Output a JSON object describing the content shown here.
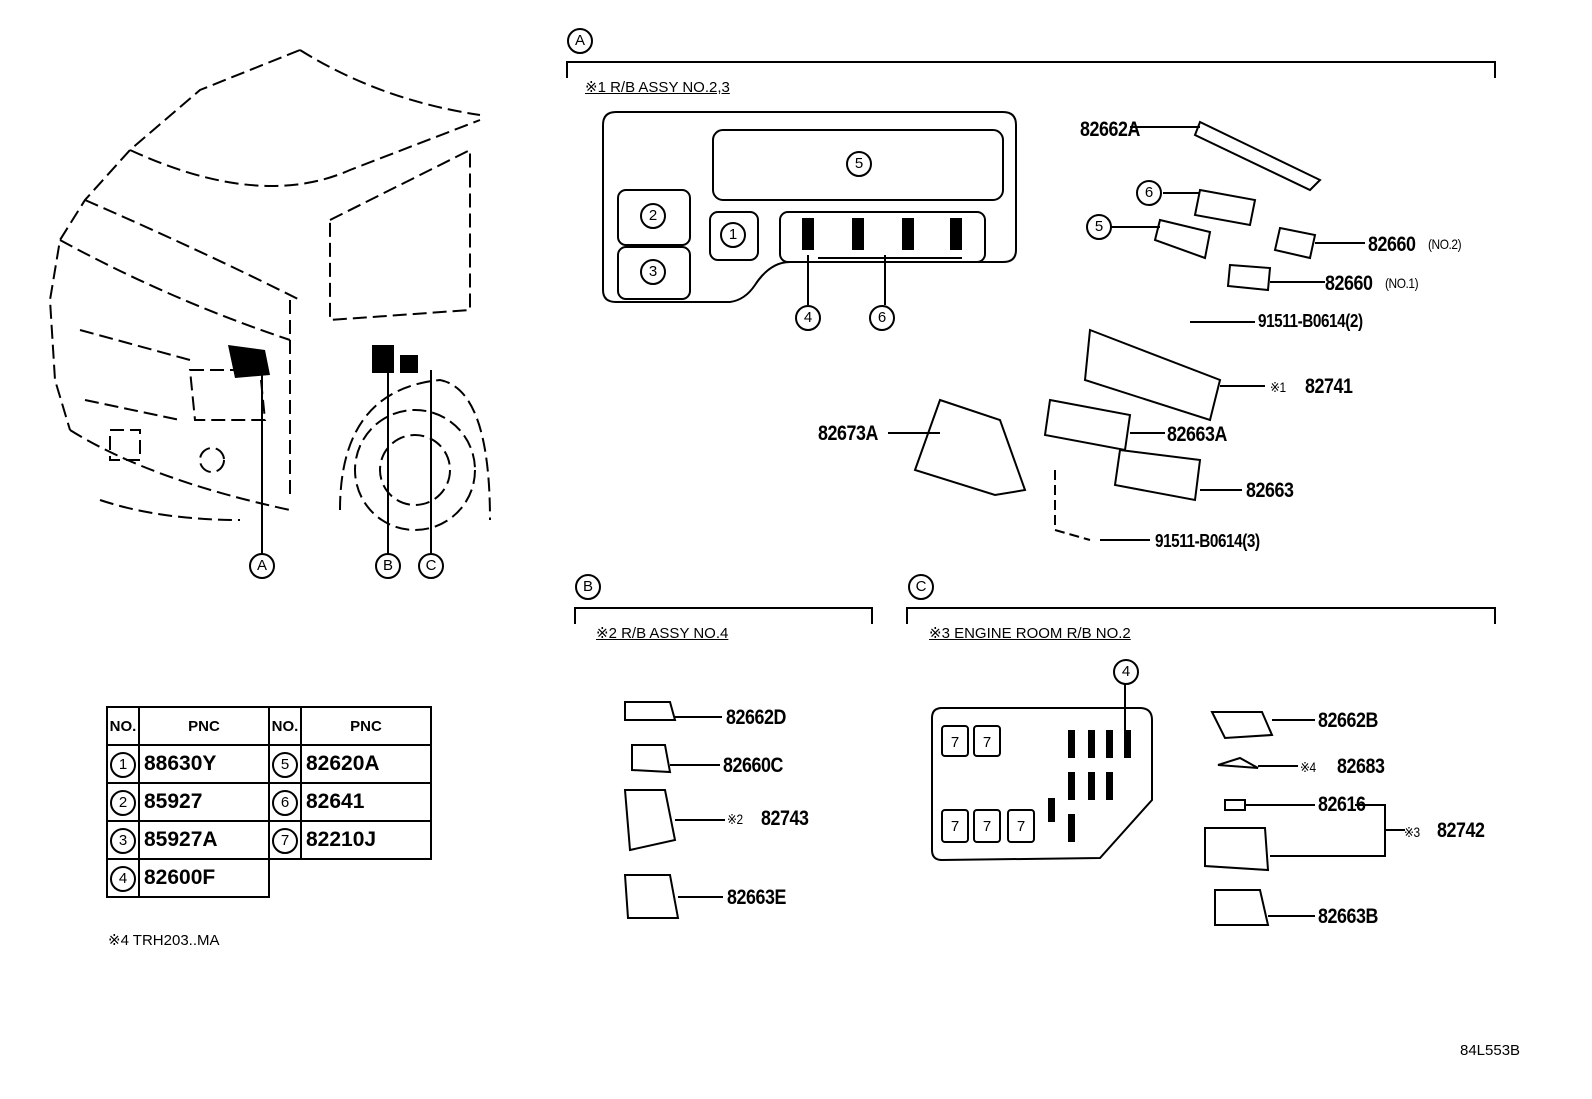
{
  "callouts": {
    "a": "A",
    "b": "B",
    "c": "C"
  },
  "section_a": {
    "header": "※1 R/B ASSY NO.2,3",
    "box_numbers": [
      "5",
      "2",
      "1",
      "3",
      "4",
      "6"
    ],
    "parts": {
      "p82662A": "82662A",
      "c6": "6",
      "c5": "5",
      "p82660_2": "82660",
      "p82660_2_note": "(NO.2)",
      "p82660_1": "82660",
      "p82660_1_note": "(NO.1)",
      "bolt2": "91511-B0614(2)",
      "p82741_mark": "※1",
      "p82741": "82741",
      "p82673A": "82673A",
      "p82663A": "82663A",
      "p82663": "82663",
      "bolt3": "91511-B0614(3)"
    }
  },
  "section_b": {
    "header": "※2 R/B ASSY NO.4",
    "parts": {
      "p82662D": "82662D",
      "p82660C": "82660C",
      "p82743_mark": "※2",
      "p82743": "82743",
      "p82663E": "82663E"
    }
  },
  "section_c": {
    "header": "※3 ENGINE ROOM R/B NO.2",
    "box_number": "4",
    "relay_number": "7",
    "parts": {
      "p82662B": "82662B",
      "p82683_mark": "※4",
      "p82683": "82683",
      "p82616": "82616",
      "p82742_mark": "※3",
      "p82742": "82742",
      "p82663B": "82663B"
    }
  },
  "table": {
    "headers": [
      "NO.",
      "PNC",
      "NO.",
      "PNC"
    ],
    "rows": [
      {
        "no": "1",
        "pnc": "88630Y",
        "no2": "5",
        "pnc2": "82620A"
      },
      {
        "no": "2",
        "pnc": "85927",
        "no2": "6",
        "pnc2": "82641"
      },
      {
        "no": "3",
        "pnc": "85927A",
        "no2": "7",
        "pnc2": "82210J"
      },
      {
        "no": "4",
        "pnc": "82600F"
      }
    ]
  },
  "footnote": "※4 TRH203..MA",
  "drawing_id": "84L553B"
}
